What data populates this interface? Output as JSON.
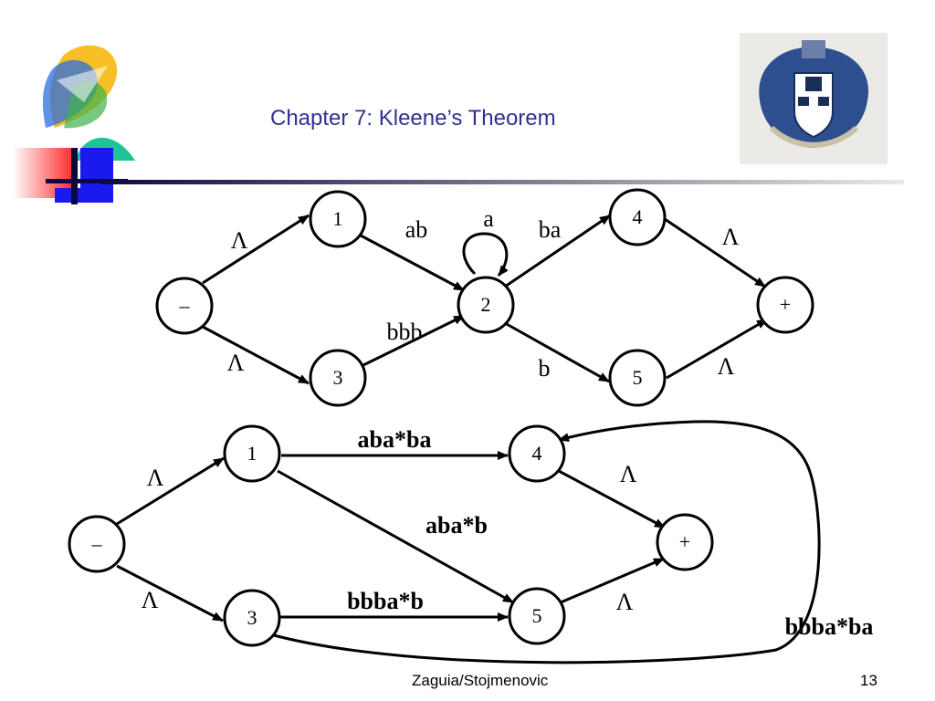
{
  "slide": {
    "title": "Chapter 7: Kleene’s Theorem",
    "author": "Zaguia/Stojmenovic",
    "page_number": "13",
    "logo_left": "university-logo-icon",
    "logo_right": "crest-seal-icon"
  },
  "colors": {
    "title": "#2e3192",
    "red_block": "#ff2020",
    "blue_block": "#1a1aee",
    "green_shape": "#1fc39a"
  },
  "diagram_top": {
    "nodes": {
      "start": "–",
      "n1": "1",
      "n2": "2",
      "n3": "3",
      "n4": "4",
      "n5": "5",
      "final": "+"
    },
    "edges": {
      "start_to_1": "Λ",
      "start_to_3": "Λ",
      "one_to_2": "ab",
      "loop_2": "a",
      "three_to_2": "bbb",
      "two_to_4": "ba",
      "two_to_5": "b",
      "four_to_final": "Λ",
      "five_to_final": "Λ"
    }
  },
  "diagram_bottom": {
    "nodes": {
      "start": "–",
      "n1": "1",
      "n3": "3",
      "n4": "4",
      "n5": "5",
      "final": "+"
    },
    "edges": {
      "start_to_1": "Λ",
      "start_to_3": "Λ",
      "one_to_4": "aba*ba",
      "one_to_5": "aba*b",
      "three_to_5": "bbba*b",
      "three_to_4": "bbba*ba",
      "four_to_final": "Λ",
      "five_to_final": "Λ"
    }
  }
}
